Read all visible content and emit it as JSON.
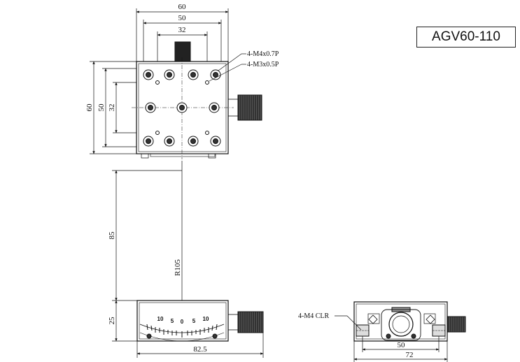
{
  "title": {
    "model": "AGV60-110"
  },
  "top_view": {
    "dim_width_60": "60",
    "dim_width_50": "50",
    "dim_width_32": "32",
    "dim_height_60": "60",
    "dim_height_50": "50",
    "dim_height_32": "32",
    "note_m4": "4-M4x0.7P",
    "note_m3": "4-M3x0.5P"
  },
  "front_view": {
    "dim_85": "85",
    "dim_25": "25",
    "radius": "R105",
    "dim_82_5": "82.5",
    "scale_labels": [
      "10",
      "5",
      "0",
      "5",
      "10"
    ]
  },
  "side_view": {
    "note_clr": "4-M4 CLR",
    "dim_50": "50",
    "dim_72": "72"
  }
}
